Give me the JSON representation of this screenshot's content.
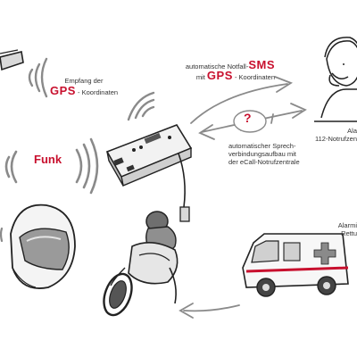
{
  "labels": {
    "gps_receive_prefix": "Empfang der",
    "gps_word": "GPS",
    "gps_coords_suffix": "- Koordinaten",
    "funk": "Funk",
    "sms_line1": "automatische Notfall-",
    "sms_word": "SMS",
    "sms_mit": "mit",
    "sms_gps_word": "GPS",
    "sms_coords_suffix": "- Koordinaten",
    "question_mark": "?",
    "voice_line1": "automatischer Sprech-",
    "voice_line2": "verbindungsaufbau mit",
    "voice_line3": "der eCall-Notrufzentrale",
    "alarm_center_line1": "Ala",
    "alarm_center_line2": "112-Notrufzen",
    "alarm_rescue_line1": "Alarmi",
    "alarm_rescue_line2": "Rettu"
  },
  "colors": {
    "accent_red": "#c8102e",
    "ink": "#333333",
    "gray": "#8a8a8a"
  }
}
